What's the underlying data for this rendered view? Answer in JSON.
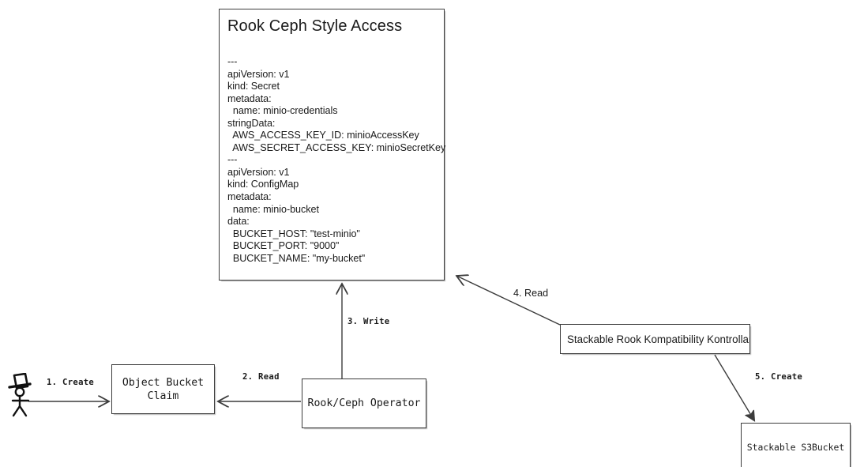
{
  "diagram": {
    "type": "flow-diagram",
    "background_color": "#ffffff",
    "line_color": "#3c3c3c",
    "text_color": "#1a1a1a",
    "nodes": [
      {
        "id": "actor",
        "name": "user-actor",
        "label": "",
        "shape": "stick-figure-with-top-hat"
      },
      {
        "id": "obc",
        "name": "object-bucket-claim",
        "label": "Object Bucket\nClaim",
        "shape": "rectangle",
        "font": "mono"
      },
      {
        "id": "operator",
        "name": "rook-ceph-operator",
        "label": "Rook/Ceph Operator",
        "shape": "rectangle",
        "font": "mono"
      },
      {
        "id": "srkk",
        "name": "stackable-rook-kompatibility-kontrollant",
        "label": "Stackable Rook Kompatibility Kontrollant",
        "shape": "rectangle",
        "font": "sans"
      },
      {
        "id": "s3bucket",
        "name": "stackable-s3bucket",
        "label": "Stackable S3Bucket",
        "shape": "rectangle",
        "font": "mono"
      }
    ],
    "edges": [
      {
        "id": "e1",
        "label": "1. Create",
        "from": "actor",
        "to": "obc",
        "font": "mono"
      },
      {
        "id": "e2",
        "label": "2. Read",
        "from": "operator",
        "to": "obc",
        "font": "mono"
      },
      {
        "id": "e3",
        "label": "3. Write",
        "from": "operator",
        "to": "yaml",
        "font": "mono"
      },
      {
        "id": "e4",
        "label": "4. Read",
        "from": "srkk",
        "to": "yaml",
        "font": "sans"
      },
      {
        "id": "e5",
        "label": "5. Create",
        "from": "srkk",
        "to": "s3bucket",
        "font": "mono"
      }
    ]
  },
  "yaml_card": {
    "title": "Rook Ceph Style Access",
    "body": "---\napiVersion: v1\nkind: Secret\nmetadata:\n  name: minio-credentials\nstringData:\n  AWS_ACCESS_KEY_ID: minioAccessKey\n  AWS_SECRET_ACCESS_KEY: minioSecretKey\n---\napiVersion: v1\nkind: ConfigMap\nmetadata:\n  name: minio-bucket\ndata:\n  BUCKET_HOST: \"test-minio\"\n  BUCKET_PORT: \"9000\"\n  BUCKET_NAME: \"my-bucket\""
  }
}
